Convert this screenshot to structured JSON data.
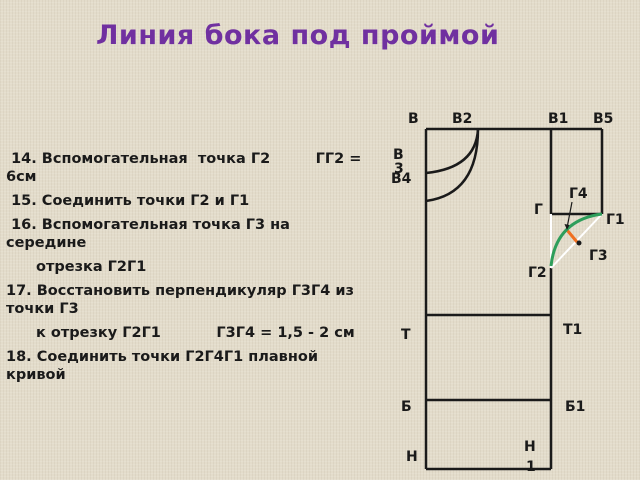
{
  "slide": {
    "title": "Линия бока под проймой",
    "title_color": "#7030a0",
    "background_color": "#e3dccb"
  },
  "steps": [
    {
      "line1": " 14. Вспомогательная  точка Г2         ГГ2 =",
      "line2": "6см"
    },
    {
      "line1": " 15. Соединить точки Г2 и Г1"
    },
    {
      "line1": " 16. Вспомогательная точка Г3 на",
      "line2": "середине"
    },
    {
      "indent": "отрезка Г2Г1"
    },
    {
      "line1": "17. Восстановить перпендикуляр Г3Г4 из",
      "line2": "точки Г3"
    },
    {
      "indent": "к отрезку Г2Г1           Г3Г4 = 1,5 - 2 см"
    },
    {
      "line1": "18. Соединить точки Г2Г4Г1 плавной",
      "line2": "кривой"
    }
  ],
  "diagram": {
    "labels": {
      "B": "В",
      "B2": "В2",
      "B1": "В1",
      "B5": "В5",
      "B3a": "В",
      "B3b": "3",
      "B4": "В4",
      "G4": "Г4",
      "G": "Г",
      "G1": "Г1",
      "G3": "Г3",
      "G2": "Г2",
      "T": "Т",
      "T1": "Т1",
      "Bb": "Б",
      "Bb1": "Б1",
      "N": "Н",
      "N1a": "Н",
      "N1b": "1"
    },
    "colors": {
      "outline": "#1a1a1a",
      "curve": "#2e9e5b",
      "perpendicular": "#f07020",
      "helper_line": "#ffffff"
    }
  }
}
